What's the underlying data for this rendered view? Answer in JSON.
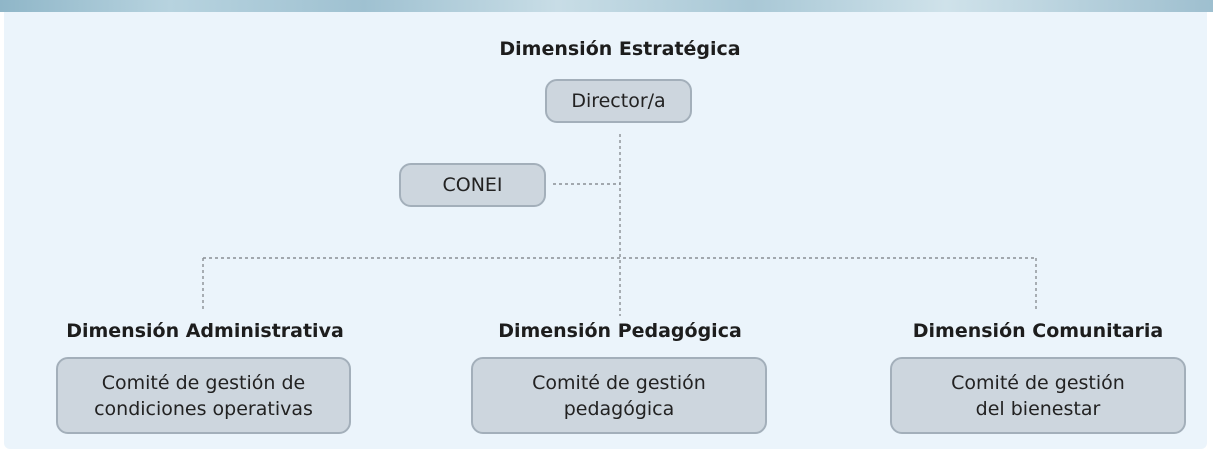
{
  "strategic": {
    "heading": "Dimensión Estratégica",
    "box": "Director/a"
  },
  "conei": {
    "box": "CONEI"
  },
  "administrative": {
    "heading": "Dimensión Administrativa",
    "line1": "Comité de gestión de",
    "line2": "condiciones operativas"
  },
  "pedagogical": {
    "heading": "Dimensión Pedagógica",
    "line1": "Comité de gestión",
    "line2": "pedagógica"
  },
  "community": {
    "heading": "Dimensión Comunitaria",
    "line1": "Comité de gestión",
    "line2": "del bienestar"
  },
  "colors": {
    "panel_bg": "#ebf4fb",
    "box_fill": "#cdd6de",
    "box_border": "#a3afba",
    "connector": "#8a8f94"
  }
}
